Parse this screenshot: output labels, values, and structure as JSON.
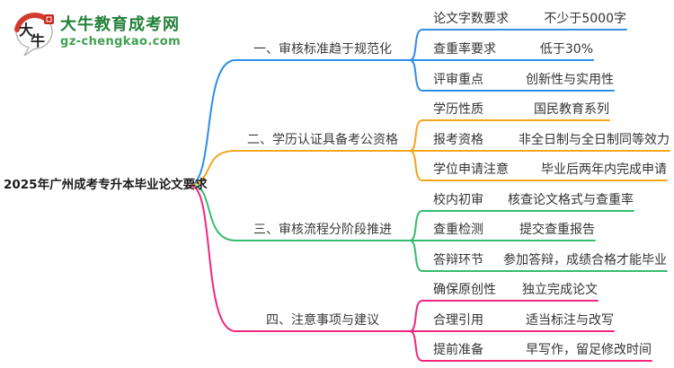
{
  "logo": {
    "title": "大牛教育成考网",
    "url": "gz-chengkao.com",
    "bubble_chars": {
      "first": "大",
      "second": "牛"
    },
    "colors": {
      "title_green": "#23803a",
      "url_green": "#3fa04e",
      "seal_red": "#c8291f",
      "arc_red": "#d23b2e"
    }
  },
  "root": {
    "label": "2025年广州成考专升本毕业论文要求"
  },
  "branches": [
    {
      "label": "一、审核标准趋于规范化",
      "color": "#2d8ee8",
      "leaves": [
        {
          "label": "论文字数要求",
          "value": "不少于5000字"
        },
        {
          "label": "查重率要求",
          "value": "低于30%"
        },
        {
          "label": "评审重点",
          "value": "创新性与实用性"
        }
      ]
    },
    {
      "label": "二、学历认证具备考公资格",
      "color": "#f5a51c",
      "leaves": [
        {
          "label": "学历性质",
          "value": "国民教育系列"
        },
        {
          "label": "报考资格",
          "value": "非全日制与全日制同等效力"
        },
        {
          "label": "学位申请注意",
          "value": "毕业后两年内完成申请"
        }
      ]
    },
    {
      "label": "三、审核流程分阶段推进",
      "color": "#35bd6f",
      "leaves": [
        {
          "label": "校内初审",
          "value": "核查论文格式与查重率"
        },
        {
          "label": "查重检测",
          "value": "提交查重报告"
        },
        {
          "label": "答辩环节",
          "value": "参加答辩，成绩合格才能毕业"
        }
      ]
    },
    {
      "label": "四、注意事项与建议",
      "color": "#f0267d",
      "leaves": [
        {
          "label": "确保原创性",
          "value": "独立完成论文"
        },
        {
          "label": "合理引用",
          "value": "适当标注与改写"
        },
        {
          "label": "提前准备",
          "value": "早写作，留足修改时间"
        }
      ]
    }
  ]
}
